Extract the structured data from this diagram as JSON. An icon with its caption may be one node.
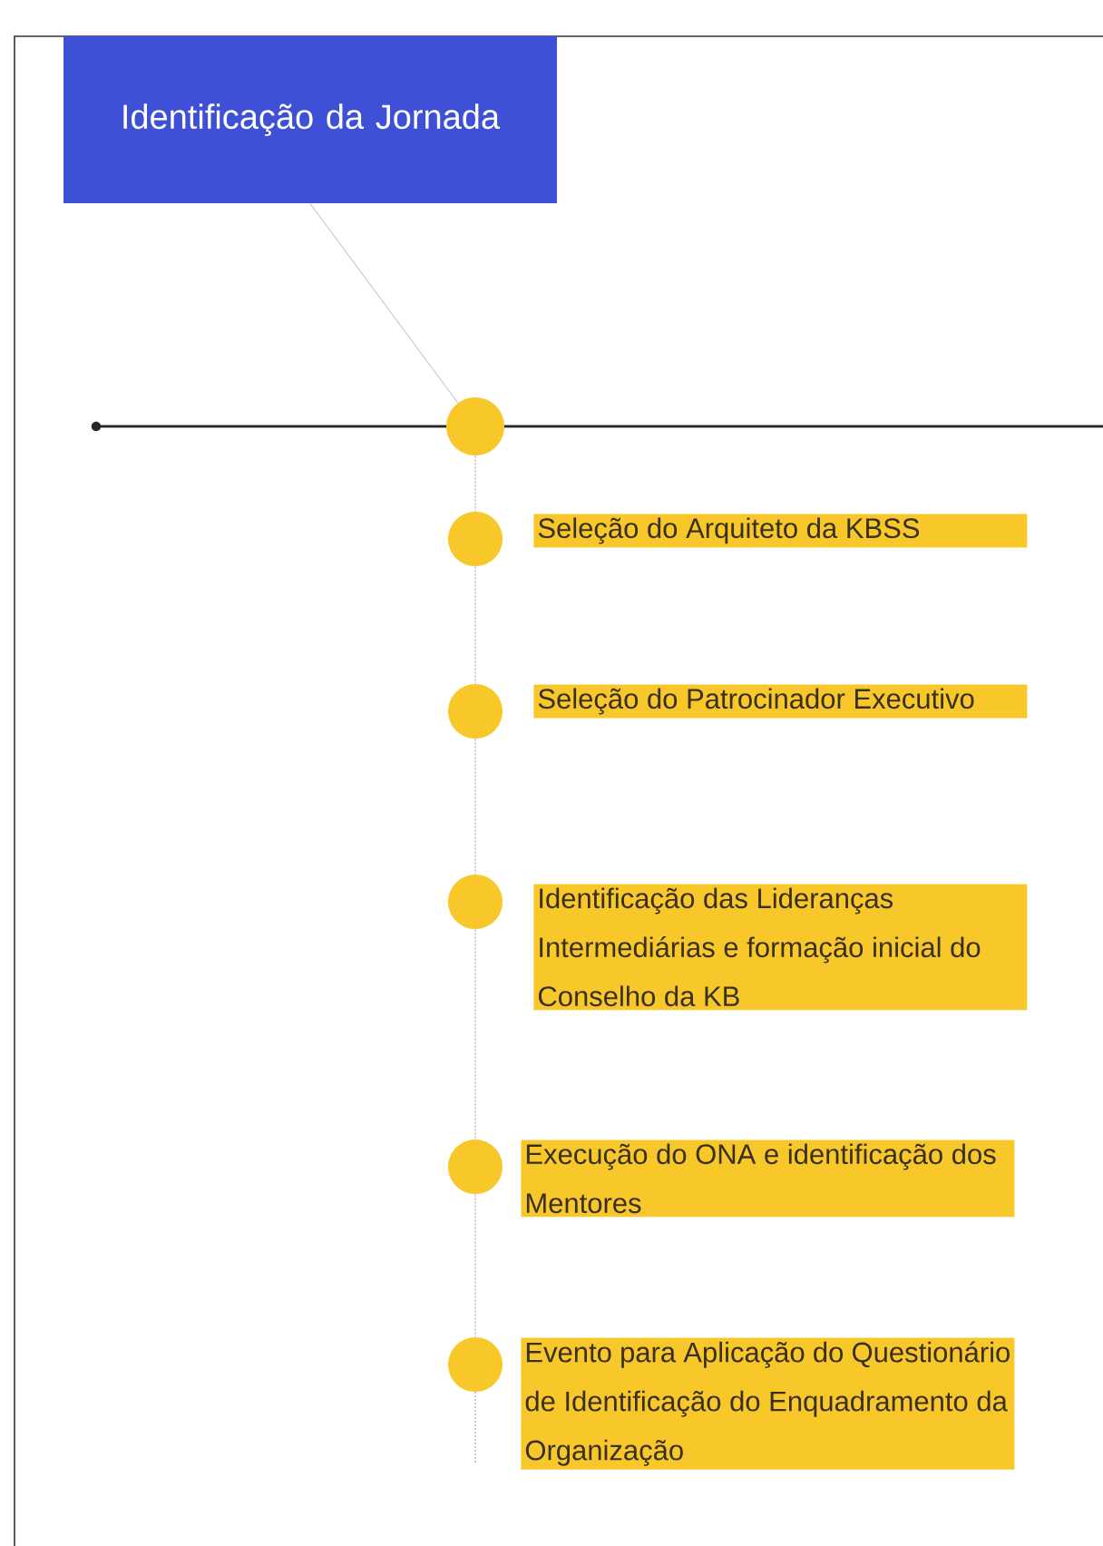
{
  "diagram": {
    "nodes": [
      {
        "text": [
          "Identificação da Jornada"
        ]
      },
      {
        "text": [],
        "shape": "circle"
      },
      {
        "text": [],
        "shape": "circle",
        "beside": [
          "Seleção do Arquiteto da KBSS"
        ]
      },
      {
        "text": [],
        "shape": "circle",
        "beside": [
          "Seleção do Patrocinador Executivo"
        ]
      },
      {
        "text": [],
        "shape": "circle",
        "beside": [
          "Identificação das Lideranças Intermediárias e formação inicial do Conselho da KB"
        ]
      },
      {
        "text": [],
        "shape": "circle",
        "beside": [
          "Execução do ONA e identificação dos Mentores"
        ]
      },
      {
        "text": [],
        "shape": "circle",
        "beside": [
          "Evento para Aplicação do Questionário de Identificação do Enquadramento da Organização"
        ]
      }
    ],
    "edges": [
      {
        "from": 0,
        "to": 1,
        "arrow": "none",
        "color": "#b0b8c8"
      },
      {
        "from": 1,
        "to": 2,
        "arrow": "none",
        "style": "dashed"
      },
      {
        "from": 2,
        "to": 3,
        "arrow": "none",
        "style": "dashed"
      },
      {
        "from": 3,
        "to": 4,
        "arrow": "none",
        "style": "dashed"
      },
      {
        "from": 4,
        "to": 5,
        "arrow": "none",
        "style": "dashed"
      },
      {
        "from": 5,
        "to": 6,
        "arrow": "none",
        "style": "dashed"
      }
    ]
  }
}
